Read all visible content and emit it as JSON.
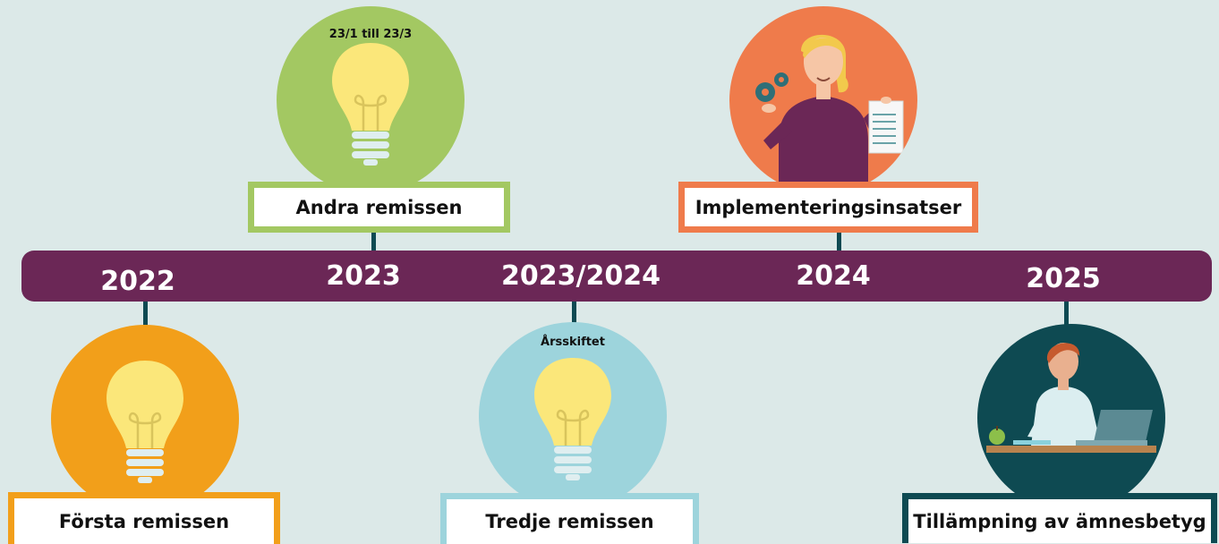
{
  "timeline": {
    "years": [
      {
        "label": "2022"
      },
      {
        "label": "2023"
      },
      {
        "label": "2023/2024"
      },
      {
        "label": "2024"
      },
      {
        "label": "2025"
      }
    ]
  },
  "milestones": {
    "forsta": {
      "label": "Första remissen",
      "note": ""
    },
    "andra": {
      "label": "Andra remissen",
      "note": "23/1 till 23/3"
    },
    "tredje": {
      "label": "Tredje remissen",
      "note": "Årsskiftet"
    },
    "implementering": {
      "label": "Implementeringsinsatser"
    },
    "tillampning": {
      "label": "Tillämpning av ämnesbetyg"
    }
  },
  "colors": {
    "background": "#dce9e8",
    "bar": "#6b2756",
    "stem": "#0e4a52",
    "orange": "#f29f1a",
    "green": "#a3c862",
    "lightblue": "#9dd4dc",
    "coral": "#ef7b4b",
    "darkteal": "#0e4a52",
    "bulb": "#fbe77a"
  }
}
